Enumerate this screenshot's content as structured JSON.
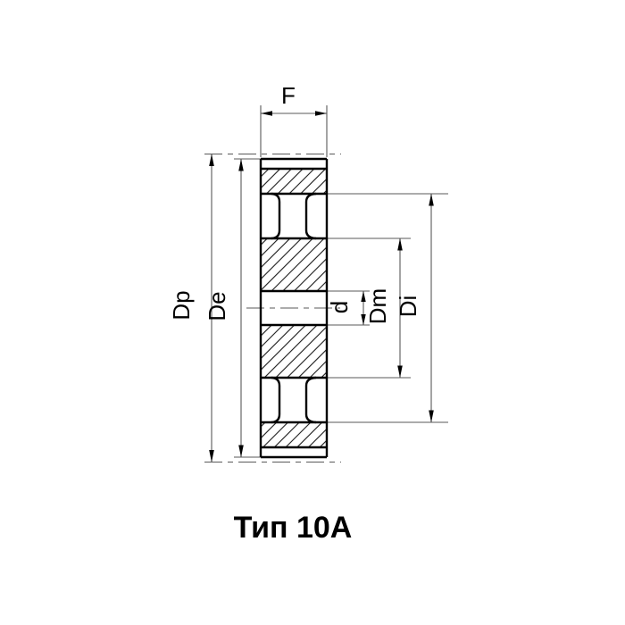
{
  "figure": {
    "caption": "Тип 10А",
    "labels": {
      "face_width": "F",
      "pitch_diameter": "Dp",
      "outside_diameter": "De",
      "bore_diameter": "d",
      "hub_diameter": "Dm",
      "recess_diameter": "Di"
    },
    "colors": {
      "outline": "#000000",
      "dimension_line": "#5a5a5a",
      "hatch": "#1a1a1a",
      "text": "#000000",
      "background": "#ffffff"
    }
  }
}
